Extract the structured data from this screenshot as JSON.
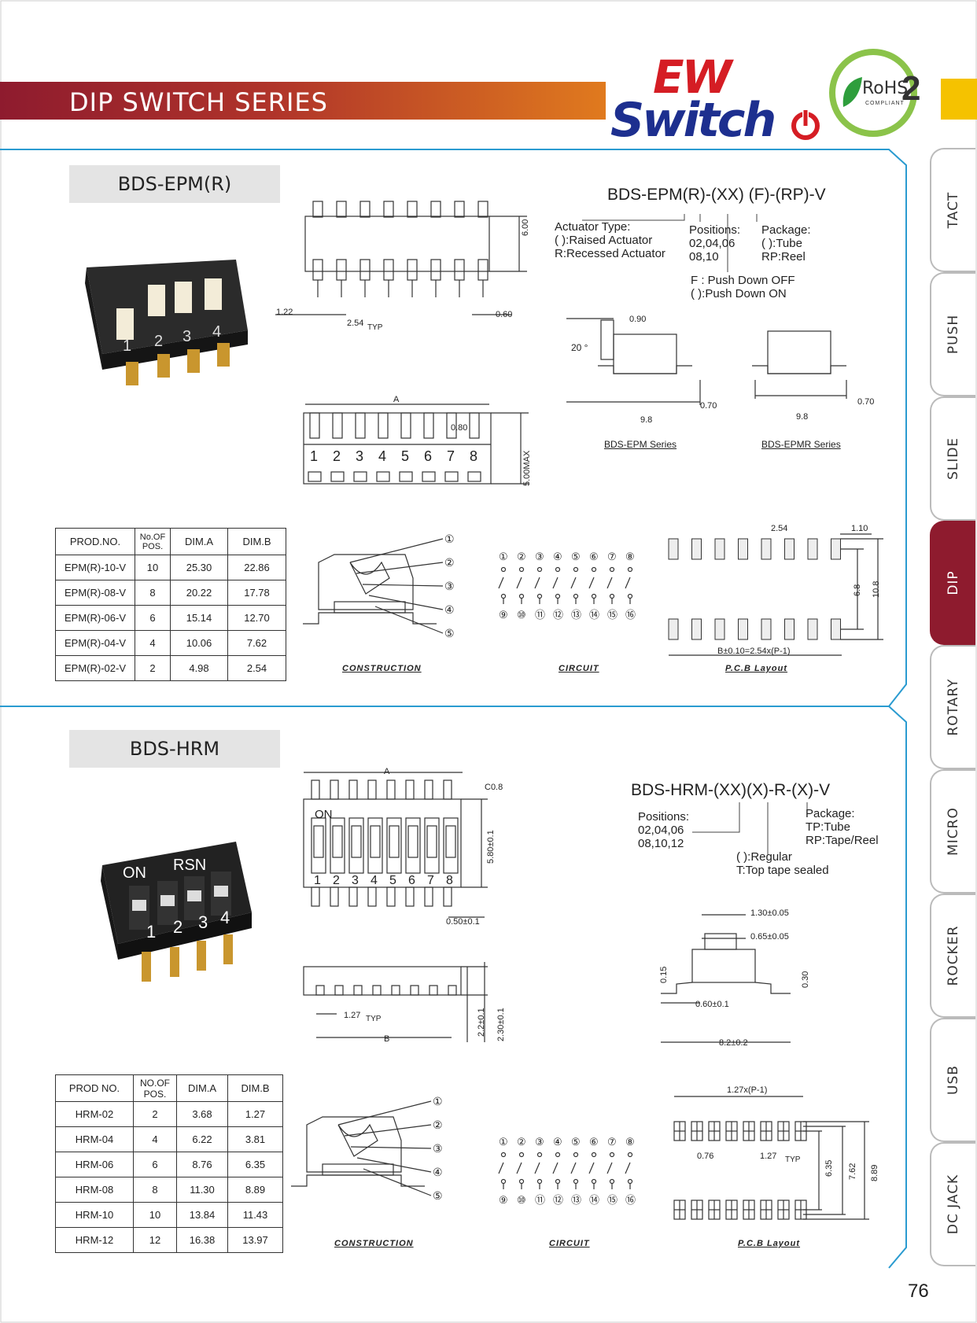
{
  "header": {
    "title": "DIP SWITCH  SERIES",
    "brand_top": "EW",
    "brand_bottom": "Switch",
    "rohs": "RoHS",
    "rohs_num": "2",
    "rohs_sub": "COMPLIANT"
  },
  "tabs": [
    "TACT",
    "PUSH",
    "SLIDE",
    "DIP",
    "ROTARY",
    "MICRO",
    "ROCKER",
    "USB",
    "DC JACK"
  ],
  "active_tab": "DIP",
  "page_number": "76",
  "section1": {
    "title": "BDS-EPM(R)",
    "part_code": "BDS-EPM(R)-(XX) (F)-(RP)-V",
    "actuator": "Actuator Type:\n( ):Raised Actuator\nR:Recessed Actuator",
    "positions": "Positions:\n02,04,06\n08,10",
    "package": "Package:\n( ):Tube\nRP:Reel",
    "push": "F : Push Down OFF\n( ):Push Down ON",
    "series_a": "BDS-EPM Series",
    "series_b": "BDS-EPMR Series",
    "dims": {
      "d600": "6.00",
      "d122": "1.22",
      "d254": "2.54",
      "typ": "TYP",
      "d060": "0.60",
      "d090": "0.90",
      "ang": "20 °",
      "d070": "0.70",
      "d98": "9.8",
      "dA": "A",
      "d080": "0.80",
      "d500": "5.00MAX",
      "p254": "2.54",
      "p110": "1.10",
      "p68": "6.8",
      "p108": "10.8",
      "pB": "B±0.10=2.54x(P-1)"
    },
    "captions": {
      "construction": "CONSTRUCTION",
      "circuit": "CIRCUIT",
      "pcb": "P.C.B Layout"
    },
    "table": {
      "headers": [
        "PROD.NO.",
        "No.OF POS.",
        "DIM.A",
        "DIM.B"
      ],
      "rows": [
        [
          "EPM(R)-10-V",
          "10",
          "25.30",
          "22.86"
        ],
        [
          "EPM(R)-08-V",
          "8",
          "20.22",
          "17.78"
        ],
        [
          "EPM(R)-06-V",
          "6",
          "15.14",
          "12.70"
        ],
        [
          "EPM(R)-04-V",
          "4",
          "10.06",
          "7.62"
        ],
        [
          "EPM(R)-02-V",
          "2",
          "4.98",
          "2.54"
        ]
      ]
    }
  },
  "section2": {
    "title": "BDS-HRM",
    "part_code": "BDS-HRM-(XX)(X)-R-(X)-V",
    "positions": "Positions:\n02,04,06\n08,10,12",
    "package": "Package:\nTP:Tube\nRP:Tape/Reel",
    "regular": "( ):Regular\nT:Top tape sealed",
    "dims": {
      "dA": "A",
      "c08": "C0.8",
      "on": "ON",
      "d580": "5.80±0.1",
      "d050": "0.50±0.1",
      "d127": "1.27",
      "typ": "TYP",
      "dB": "B",
      "d22": "2.2±0.1",
      "d230": "2.30±0.1",
      "d130": "1.30±0.05",
      "d065": "0.65±0.05",
      "d015": "0.15",
      "d030": "0.30",
      "d060": "0.60±0.1",
      "d82": "8.2±0.2",
      "p127p": "1.27x(P-1)",
      "p076": "0.76",
      "p127": "1.27",
      "p635": "6.35",
      "p762": "7.62",
      "p889": "8.89"
    },
    "captions": {
      "construction": "CONSTRUCTION",
      "circuit": "CIRCUIT",
      "pcb": "P.C.B Layout"
    },
    "table": {
      "headers": [
        "PROD  NO.",
        "NO.OF POS.",
        "DIM.A",
        "DIM.B"
      ],
      "rows": [
        [
          "HRM-02",
          "2",
          "3.68",
          "1.27"
        ],
        [
          "HRM-04",
          "4",
          "6.22",
          "3.81"
        ],
        [
          "HRM-06",
          "6",
          "8.76",
          "6.35"
        ],
        [
          "HRM-08",
          "8",
          "11.30",
          "8.89"
        ],
        [
          "HRM-10",
          "10",
          "13.84",
          "11.43"
        ],
        [
          "HRM-12",
          "12",
          "16.38",
          "13.97"
        ]
      ]
    }
  },
  "circuit_top": [
    "①",
    "②",
    "③",
    "④",
    "⑤",
    "⑥",
    "⑦",
    "⑧"
  ],
  "circuit_bottom": [
    "⑨",
    "⑩",
    "⑪",
    "⑫",
    "⑬",
    "⑭",
    "⑮",
    "⑯"
  ],
  "callouts": [
    "①",
    "②",
    "③",
    "④",
    "⑤"
  ],
  "switch_digits": [
    "1",
    "2",
    "3",
    "4",
    "5",
    "6",
    "7",
    "8"
  ],
  "photo1_digits": [
    "1",
    "2",
    "3",
    "4"
  ],
  "photo2_labels": {
    "on": "ON",
    "rsn": "RSN"
  },
  "colors": {
    "banner_start": "#8e1b2e",
    "banner_end": "#e07a1e",
    "brand_red": "#d51d24",
    "brand_blue": "#1d2f8f",
    "rohs_green": "#8bc34a",
    "accent_blue": "#2a9bd0"
  }
}
